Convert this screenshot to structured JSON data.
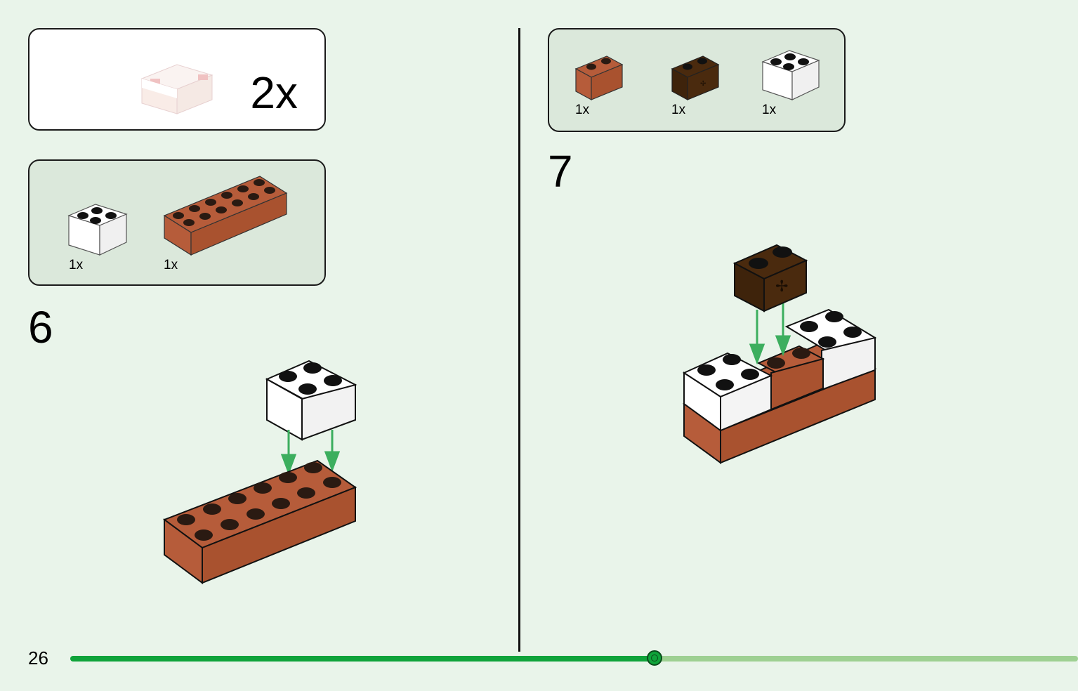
{
  "subassembly": {
    "multiplier": "2x"
  },
  "step6": {
    "number": "6",
    "parts": [
      {
        "name": "white-brick-2x2",
        "qty": "1x"
      },
      {
        "name": "reddish-brown-brick-2x6",
        "qty": "1x"
      }
    ]
  },
  "step7": {
    "number": "7",
    "parts": [
      {
        "name": "reddish-brown-brick-1x2",
        "qty": "1x"
      },
      {
        "name": "dark-brown-technic-brick-1x2",
        "qty": "1x"
      },
      {
        "name": "white-brick-2x2",
        "qty": "1x"
      }
    ]
  },
  "footer": {
    "page_number": "26",
    "progress": 0.58
  },
  "colors": {
    "background": "#e9f4ea",
    "panel": "#dbe8db",
    "reddish_brown": "#b65c3a",
    "dark_brown": "#4a2a0e",
    "white_brick": "#ffffff",
    "arrow": "#3cae5e",
    "progress_done": "#0fa33a",
    "progress_rest": "#9ed092"
  }
}
